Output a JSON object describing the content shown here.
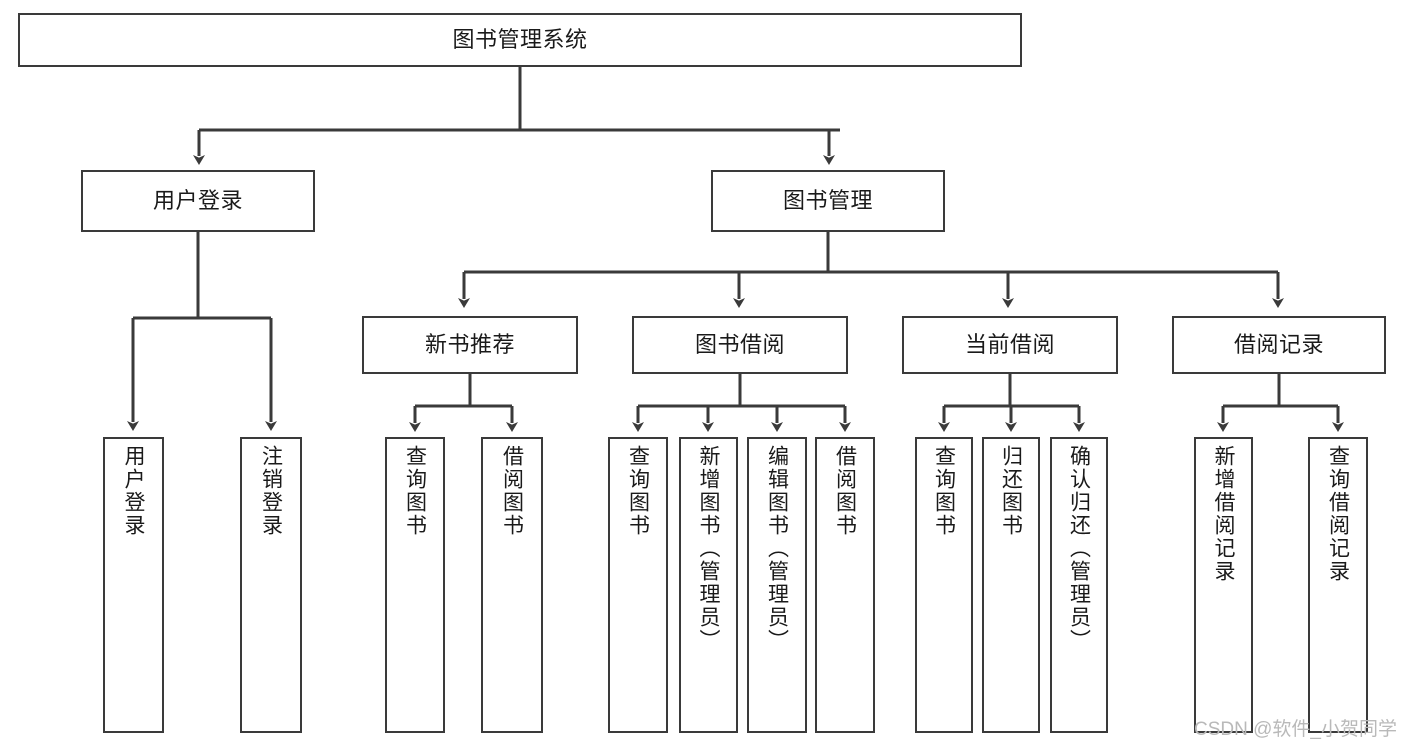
{
  "diagram": {
    "title": "图书管理系统",
    "type": "tree-hierarchy-diagram",
    "root": {
      "id": "root",
      "label": "图书管理系统"
    },
    "level2": [
      {
        "id": "user-login",
        "label": "用户登录"
      },
      {
        "id": "book-manage",
        "label": "图书管理"
      }
    ],
    "level3": [
      {
        "id": "new-book-recommend",
        "label": "新书推荐"
      },
      {
        "id": "book-borrow",
        "label": "图书借阅"
      },
      {
        "id": "current-borrow",
        "label": "当前借阅"
      },
      {
        "id": "borrow-record",
        "label": "借阅记录"
      }
    ],
    "leaves": [
      {
        "id": "leaf-user-login",
        "label": "用户登录"
      },
      {
        "id": "leaf-logout-login",
        "label": "注销登录"
      },
      {
        "id": "leaf-query-book-1",
        "label": "查询图书"
      },
      {
        "id": "leaf-borrow-book-1",
        "label": "借阅图书"
      },
      {
        "id": "leaf-query-book-2",
        "label": "查询图书"
      },
      {
        "id": "leaf-add-book",
        "label": "新增图书（管理员）"
      },
      {
        "id": "leaf-edit-book",
        "label": "编辑图书（管理员）"
      },
      {
        "id": "leaf-borrow-book-2",
        "label": "借阅图书"
      },
      {
        "id": "leaf-query-book-3",
        "label": "查询图书"
      },
      {
        "id": "leaf-return-book",
        "label": "归还图书"
      },
      {
        "id": "leaf-confirm-return",
        "label": "确认归还（管理员）"
      },
      {
        "id": "leaf-add-record",
        "label": "新增借阅记录"
      },
      {
        "id": "leaf-query-record",
        "label": "查询借阅记录"
      }
    ],
    "colors": {
      "border": "#3a3a3a",
      "text": "#1a1a1a",
      "background": "#ffffff",
      "edge": "#3a3a3a",
      "watermark": "#b9b9b9"
    }
  },
  "watermark": {
    "text": "CSDN @软件_小贺同学"
  }
}
